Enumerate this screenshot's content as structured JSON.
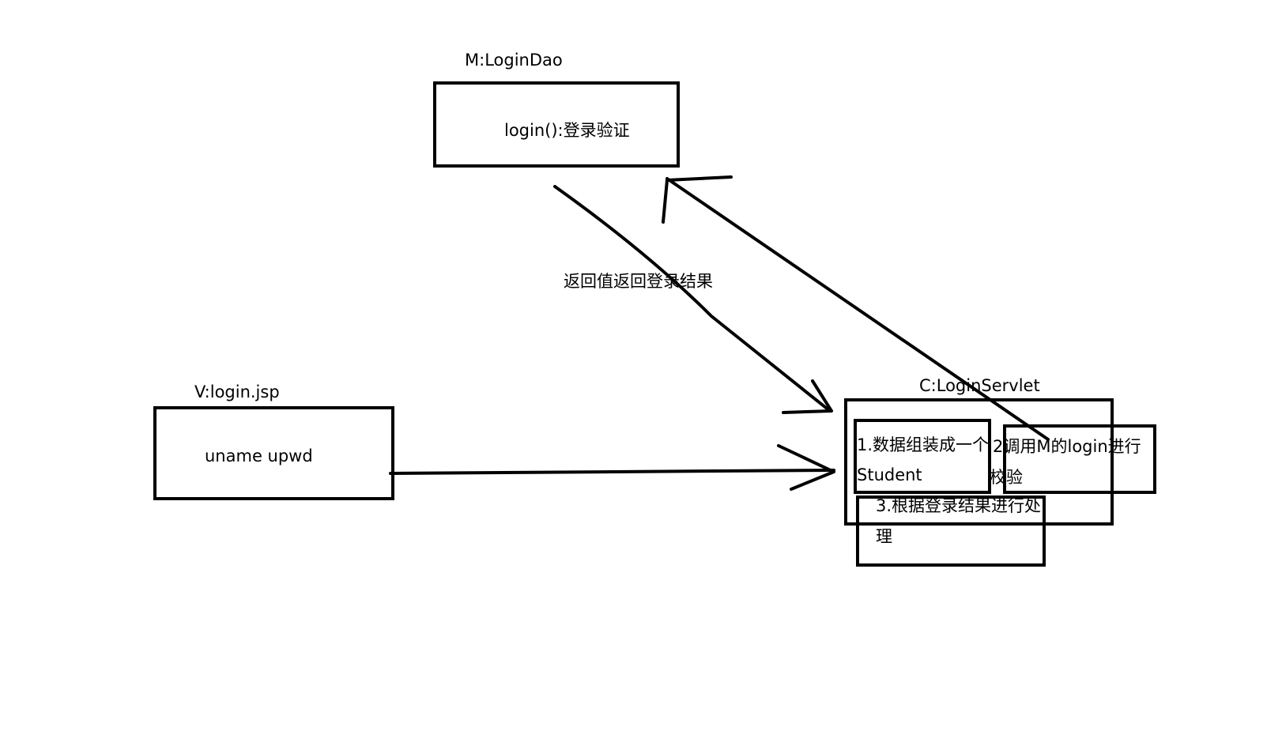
{
  "model": {
    "title": "M:LoginDao",
    "method": "login():登录验证"
  },
  "view": {
    "title": "V:login.jsp",
    "fields": "uname upwd"
  },
  "controller": {
    "title": "C:LoginServlet",
    "step1_line1": "1.数据组装成一个",
    "step1_line2": "Student",
    "step2_line1": "2调用M的login进行",
    "step2_line2": "校验",
    "step3_line1": "3.根据登录结果进行处",
    "step3_line2": "理"
  },
  "return_label": "返回值返回登录结果",
  "colors": {
    "stroke": "#000000",
    "background": "#ffffff"
  }
}
